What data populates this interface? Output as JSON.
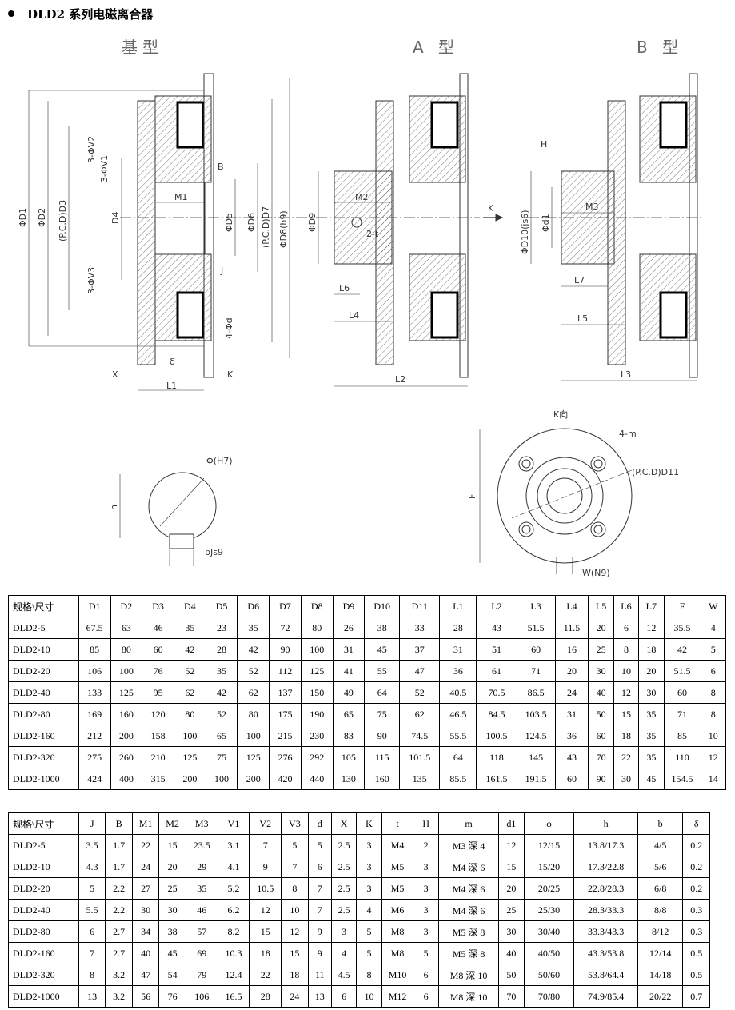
{
  "title": "DLD2 系列电磁离合器",
  "drawing": {
    "type_labels": [
      "基型",
      "A 型",
      "B 型"
    ],
    "k_arrow": "K",
    "k_view": "K向",
    "dims": {
      "D1": "ΦD1",
      "D2": "ΦD2",
      "D3": "(P.C.D)D3",
      "D4": "D4",
      "V1": "3-ΦV1",
      "V2": "3-ΦV2",
      "V3": "3-ΦV3",
      "M1": "M1",
      "D5": "ΦD5",
      "D6": "ΦD6",
      "D7": "(P.C.D)D7",
      "D8": "ΦD8(h9)",
      "B": "B",
      "J": "J",
      "d4": "4-Φd",
      "delta": "δ",
      "X": "X",
      "K": "K",
      "L1": "L1",
      "D9": "ΦD9",
      "M2": "M2",
      "t2": "2-t",
      "L6": "L6",
      "L4": "L4",
      "L2": "L2",
      "H": "H",
      "D10": "ΦD10(js6)",
      "d1": "Φd1",
      "M3": "M3",
      "L7": "L7",
      "L5": "L5",
      "L3": "L3",
      "H7": "Φ(H7)",
      "h": "h",
      "bJs9": "bJs9",
      "m4": "4-m",
      "D11": "(P.C.D)D11",
      "F": "F",
      "WN9": "W(N9)"
    }
  },
  "table1": {
    "headers": [
      "规格\\尺寸",
      "D1",
      "D2",
      "D3",
      "D4",
      "D5",
      "D6",
      "D7",
      "D8",
      "D9",
      "D10",
      "D11",
      "L1",
      "L2",
      "L3",
      "L4",
      "L5",
      "L6",
      "L7",
      "F",
      "W"
    ],
    "rows": [
      [
        "DLD2-5",
        "67.5",
        "63",
        "46",
        "35",
        "23",
        "35",
        "72",
        "80",
        "26",
        "38",
        "33",
        "28",
        "43",
        "51.5",
        "11.5",
        "20",
        "6",
        "12",
        "35.5",
        "4"
      ],
      [
        "DLD2-10",
        "85",
        "80",
        "60",
        "42",
        "28",
        "42",
        "90",
        "100",
        "31",
        "45",
        "37",
        "31",
        "51",
        "60",
        "16",
        "25",
        "8",
        "18",
        "42",
        "5"
      ],
      [
        "DLD2-20",
        "106",
        "100",
        "76",
        "52",
        "35",
        "52",
        "112",
        "125",
        "41",
        "55",
        "47",
        "36",
        "61",
        "71",
        "20",
        "30",
        "10",
        "20",
        "51.5",
        "6"
      ],
      [
        "DLD2-40",
        "133",
        "125",
        "95",
        "62",
        "42",
        "62",
        "137",
        "150",
        "49",
        "64",
        "52",
        "40.5",
        "70.5",
        "86.5",
        "24",
        "40",
        "12",
        "30",
        "60",
        "8"
      ],
      [
        "DLD2-80",
        "169",
        "160",
        "120",
        "80",
        "52",
        "80",
        "175",
        "190",
        "65",
        "75",
        "62",
        "46.5",
        "84.5",
        "103.5",
        "31",
        "50",
        "15",
        "35",
        "71",
        "8"
      ],
      [
        "DLD2-160",
        "212",
        "200",
        "158",
        "100",
        "65",
        "100",
        "215",
        "230",
        "83",
        "90",
        "74.5",
        "55.5",
        "100.5",
        "124.5",
        "36",
        "60",
        "18",
        "35",
        "85",
        "10"
      ],
      [
        "DLD2-320",
        "275",
        "260",
        "210",
        "125",
        "75",
        "125",
        "276",
        "292",
        "105",
        "115",
        "101.5",
        "64",
        "118",
        "145",
        "43",
        "70",
        "22",
        "35",
        "110",
        "12"
      ],
      [
        "DLD2-1000",
        "424",
        "400",
        "315",
        "200",
        "100",
        "200",
        "420",
        "440",
        "130",
        "160",
        "135",
        "85.5",
        "161.5",
        "191.5",
        "60",
        "90",
        "30",
        "45",
        "154.5",
        "14"
      ]
    ]
  },
  "table2": {
    "headers": [
      "规格\\尺寸",
      "J",
      "B",
      "M1",
      "M2",
      "M3",
      "V1",
      "V2",
      "V3",
      "d",
      "X",
      "K",
      "t",
      "H",
      "m",
      "d1",
      "ϕ",
      "h",
      "b",
      "δ"
    ],
    "rows": [
      [
        "DLD2-5",
        "3.5",
        "1.7",
        "22",
        "15",
        "23.5",
        "3.1",
        "7",
        "5",
        "5",
        "2.5",
        "3",
        "M4",
        "2",
        "M3 深 4",
        "12",
        "12/15",
        "13.8/17.3",
        "4/5",
        "0.2"
      ],
      [
        "DLD2-10",
        "4.3",
        "1.7",
        "24",
        "20",
        "29",
        "4.1",
        "9",
        "7",
        "6",
        "2.5",
        "3",
        "M5",
        "3",
        "M4 深 6",
        "15",
        "15/20",
        "17.3/22.8",
        "5/6",
        "0.2"
      ],
      [
        "DLD2-20",
        "5",
        "2.2",
        "27",
        "25",
        "35",
        "5.2",
        "10.5",
        "8",
        "7",
        "2.5",
        "3",
        "M5",
        "3",
        "M4 深 6",
        "20",
        "20/25",
        "22.8/28.3",
        "6/8",
        "0.2"
      ],
      [
        "DLD2-40",
        "5.5",
        "2.2",
        "30",
        "30",
        "46",
        "6.2",
        "12",
        "10",
        "7",
        "2.5",
        "4",
        "M6",
        "3",
        "M4 深 6",
        "25",
        "25/30",
        "28.3/33.3",
        "8/8",
        "0.3"
      ],
      [
        "DLD2-80",
        "6",
        "2.7",
        "34",
        "38",
        "57",
        "8.2",
        "15",
        "12",
        "9",
        "3",
        "5",
        "M8",
        "3",
        "M5 深 8",
        "30",
        "30/40",
        "33.3/43.3",
        "8/12",
        "0.3"
      ],
      [
        "DLD2-160",
        "7",
        "2.7",
        "40",
        "45",
        "69",
        "10.3",
        "18",
        "15",
        "9",
        "4",
        "5",
        "M8",
        "5",
        "M5 深 8",
        "40",
        "40/50",
        "43.3/53.8",
        "12/14",
        "0.5"
      ],
      [
        "DLD2-320",
        "8",
        "3.2",
        "47",
        "54",
        "79",
        "12.4",
        "22",
        "18",
        "11",
        "4.5",
        "8",
        "M10",
        "6",
        "M8 深 10",
        "50",
        "50/60",
        "53.8/64.4",
        "14/18",
        "0.5"
      ],
      [
        "DLD2-1000",
        "13",
        "3.2",
        "56",
        "76",
        "106",
        "16.5",
        "28",
        "24",
        "13",
        "6",
        "10",
        "M12",
        "6",
        "M8 深 10",
        "70",
        "70/80",
        "74.9/85.4",
        "20/22",
        "0.7"
      ]
    ]
  }
}
